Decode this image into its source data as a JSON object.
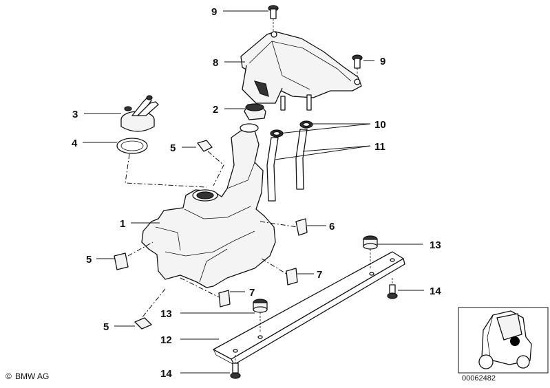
{
  "callouts": [
    {
      "id": "c9a",
      "label": "9"
    },
    {
      "id": "c9b",
      "label": "9"
    },
    {
      "id": "c8",
      "label": "8"
    },
    {
      "id": "c2",
      "label": "2"
    },
    {
      "id": "c3",
      "label": "3"
    },
    {
      "id": "c10",
      "label": "10"
    },
    {
      "id": "c4",
      "label": "4"
    },
    {
      "id": "c11",
      "label": "11"
    },
    {
      "id": "c5a",
      "label": "5"
    },
    {
      "id": "c1",
      "label": "1"
    },
    {
      "id": "c6",
      "label": "6"
    },
    {
      "id": "c13a",
      "label": "13"
    },
    {
      "id": "c5b",
      "label": "5"
    },
    {
      "id": "c7a",
      "label": "7"
    },
    {
      "id": "c7b",
      "label": "7"
    },
    {
      "id": "c14a",
      "label": "14"
    },
    {
      "id": "c13b",
      "label": "13"
    },
    {
      "id": "c5c",
      "label": "5"
    },
    {
      "id": "c12",
      "label": "12"
    },
    {
      "id": "c14b",
      "label": "14"
    }
  ],
  "footer": {
    "copyright_symbol": "©",
    "brand": "BMW AG",
    "diagram_number": "00062482"
  }
}
